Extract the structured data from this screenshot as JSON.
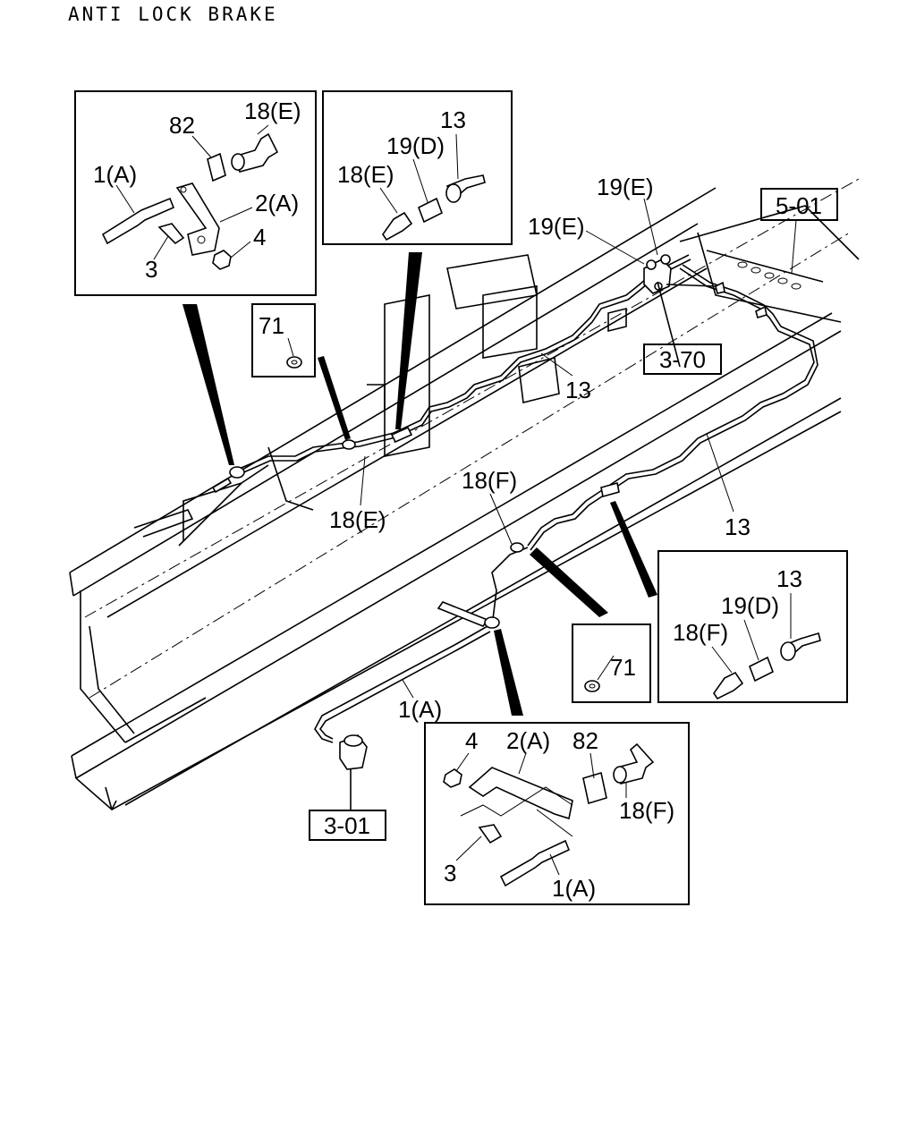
{
  "title": "ANTI LOCK BRAKE",
  "callouts": {
    "refs": {
      "r501": "5-01",
      "r370": "3-70",
      "r301": "3-01"
    },
    "main": {
      "e19a": "19(E)",
      "e19b": "19(E)",
      "p13a": "13",
      "e18": "18(E)",
      "f18": "18(F)",
      "p13b": "13",
      "a1": "1(A)"
    },
    "inset_tl": {
      "a18e": "18(E)",
      "a82": "82",
      "a1a": "1(A)",
      "a2a": "2(A)",
      "a4": "4",
      "a3": "3"
    },
    "inset_tc": {
      "b13": "13",
      "b19d": "19(D)",
      "b18e": "18(E)"
    },
    "inset_71a": {
      "c71": "71"
    },
    "inset_71b": {
      "d71": "71"
    },
    "inset_rc": {
      "e13": "13",
      "e19d": "19(D)",
      "e18f": "18(F)"
    },
    "inset_bc": {
      "g4": "4",
      "g2a": "2(A)",
      "g82": "82",
      "g18f": "18(F)",
      "g3": "3",
      "g1a": "1(A)"
    }
  }
}
